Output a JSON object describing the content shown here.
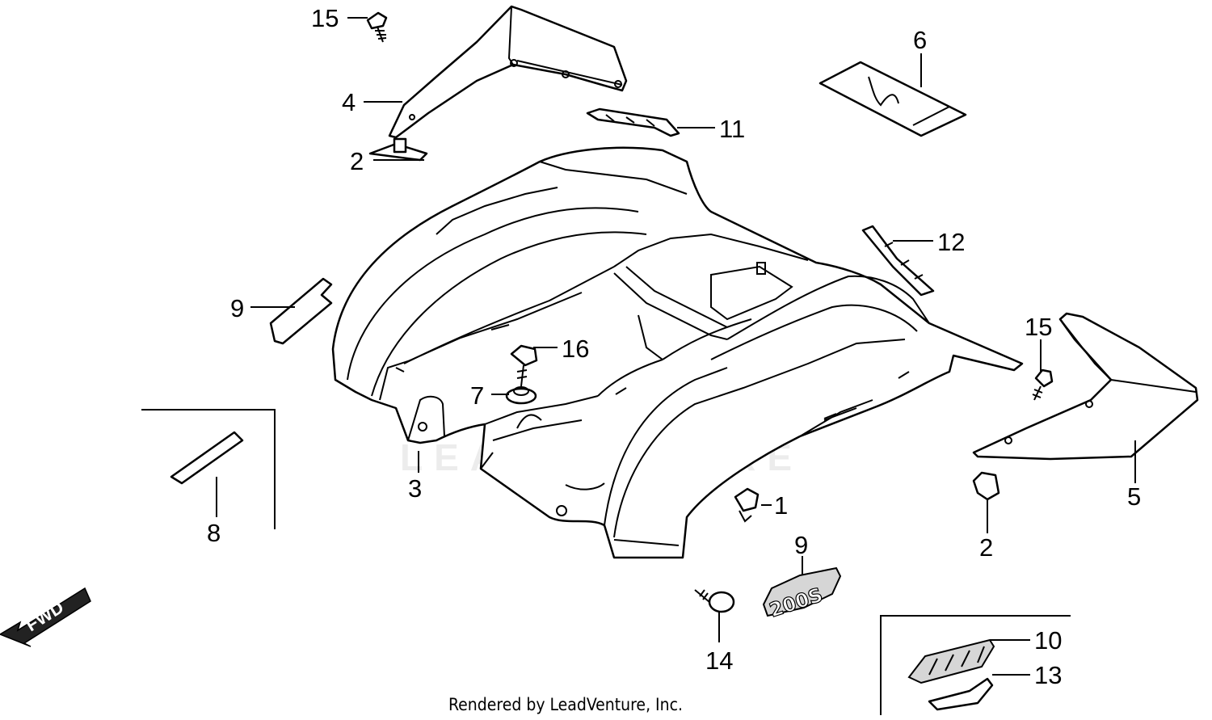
{
  "diagram": {
    "callouts": {
      "c1": "1",
      "c2a": "2",
      "c2b": "2",
      "c3": "3",
      "c4": "4",
      "c5": "5",
      "c6": "6",
      "c7": "7",
      "c8": "8",
      "c9a": "9",
      "c9b": "9",
      "c10": "10",
      "c11": "11",
      "c12": "12",
      "c13": "13",
      "c14": "14",
      "c15a": "15",
      "c15b": "15",
      "c16": "16"
    },
    "fwd_label": "FWD",
    "emblem_text": "200S",
    "watermark": "LEADVENTURE"
  },
  "footer": {
    "credit": "Rendered by LeadVenture, Inc."
  }
}
